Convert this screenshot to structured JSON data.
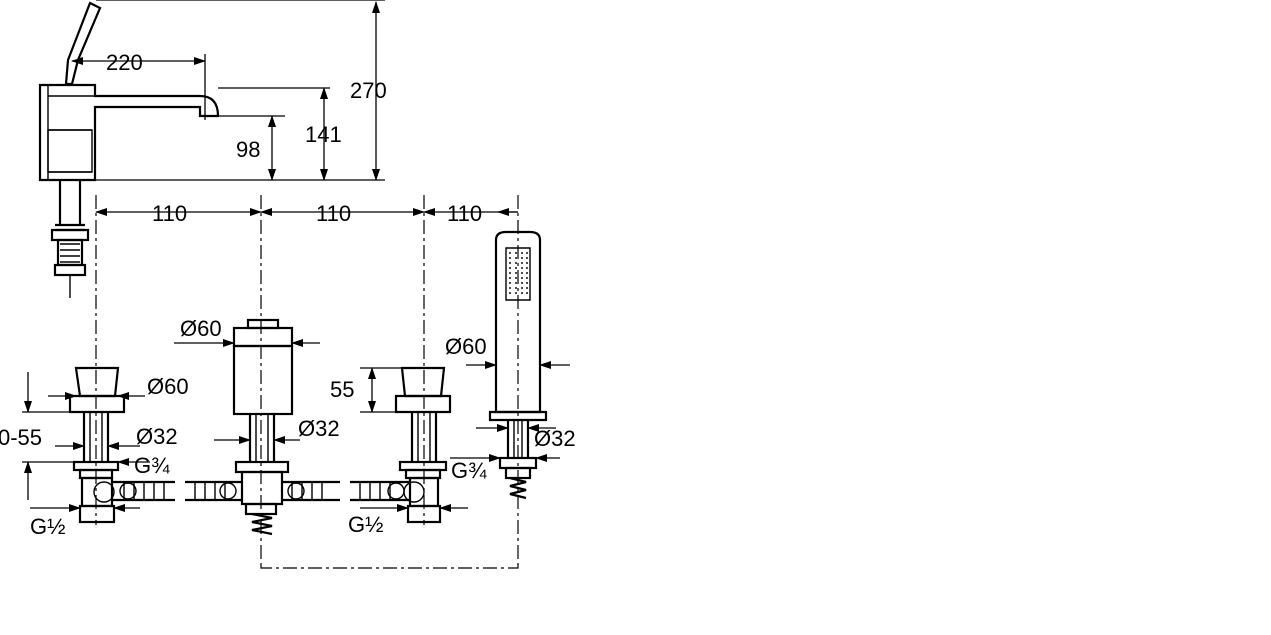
{
  "labels": {
    "spout_reach": "220",
    "total_height": "270",
    "spout_outlet_height": "98",
    "spout_top_height": "141",
    "spacing_1": "110",
    "spacing_2": "110",
    "spacing_3": "110",
    "diam_left_handle": "Ø60",
    "diam_left_shank": "Ø32",
    "thread_left_top": "G¾",
    "thread_left_bottom": "G½",
    "range_left": "0-55",
    "diam_center_body": "Ø60",
    "diam_center_shank": "Ø32",
    "handle_height_right": "55",
    "thread_right_bottom": "G½",
    "diam_shower_handset": "Ø60",
    "diam_shower_shank": "Ø32",
    "thread_shower": "G¾"
  }
}
